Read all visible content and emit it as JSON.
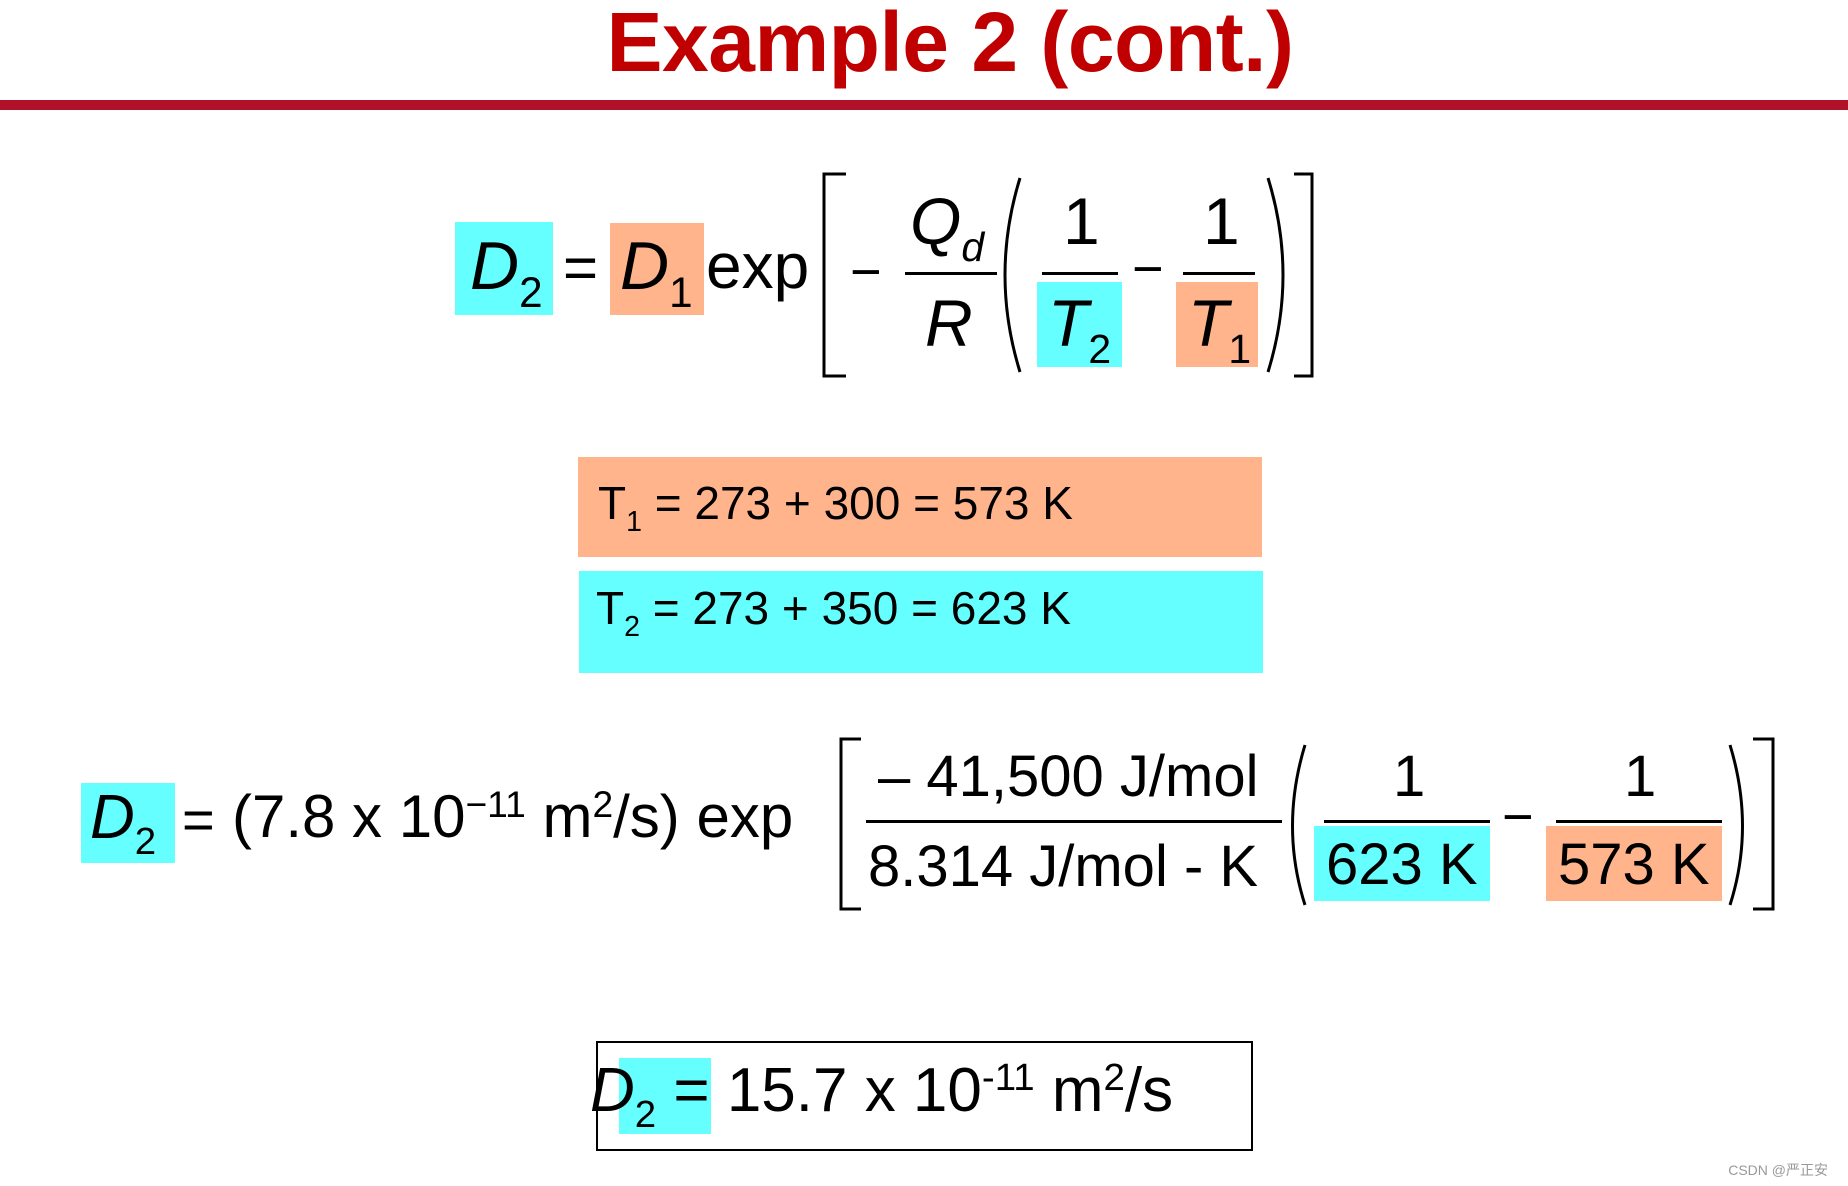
{
  "header": {
    "title": "Example 2 (cont.)"
  },
  "colors": {
    "title": "#c00000",
    "rule": "#b0102a",
    "cyan": "#66ffff",
    "orange": "#ffb48c"
  },
  "eq1": {
    "lhs_base": "D",
    "lhs_sub": "2",
    "eq": "=",
    "d1_base": "D",
    "d1_sub": "1",
    "exp": "exp",
    "minus": "−",
    "q_base": "Q",
    "q_sub": "d",
    "r": "R",
    "one_a": "1",
    "one_b": "1",
    "t2_base": "T",
    "t2_sub": "2",
    "t1_base": "T",
    "t1_sub": "1",
    "minus2": "−"
  },
  "temps": {
    "t1_base": "T",
    "t1_sub": "1",
    "t1_rest": "= 273 + 300 = 573 K",
    "t2_base": "T",
    "t2_sub": "2",
    "t2_rest": "= 273 + 350 = 623 K"
  },
  "eq2": {
    "lhs_base": "D",
    "lhs_sub": "2",
    "eq": "=",
    "pre": "(7.8 x 10",
    "exp_sup": "−11",
    "unit_m": " m",
    "unit_sup": "2",
    "unit_rest": "/s) exp",
    "num": "– 41,500 J/mol",
    "den": "8.314 J/mol - K",
    "one_a": "1",
    "one_b": "1",
    "t_a": "623 K",
    "t_b": "573 K",
    "minus": "−"
  },
  "result": {
    "lhs_base": "D",
    "lhs_sub": "2",
    "rest_a": " = 15.7 x 10",
    "sup_a": "-11",
    "rest_b": " m",
    "sup_b": "2",
    "rest_c": "/s"
  },
  "watermark": "CSDN @严正安"
}
